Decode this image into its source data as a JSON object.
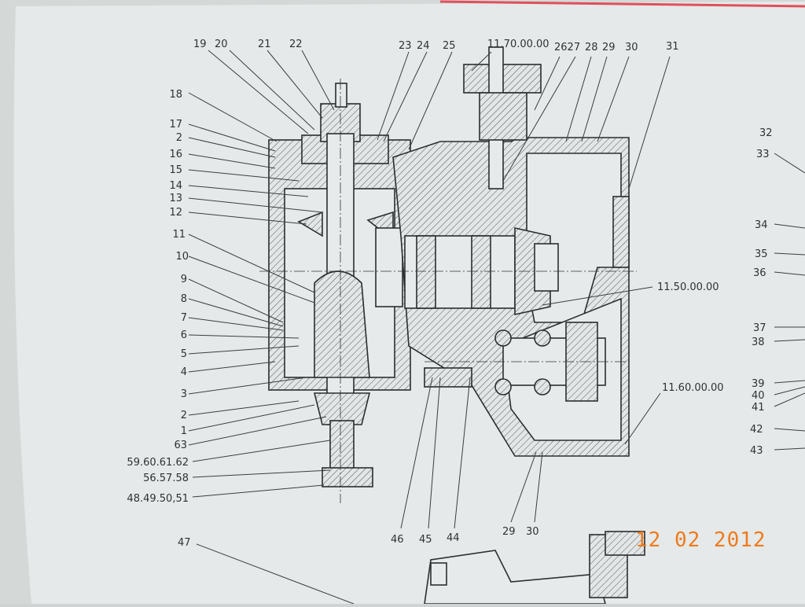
{
  "top_labels": [
    "19",
    "20",
    "21",
    "22",
    "23",
    "24",
    "25",
    "11.70.00.00",
    "2627",
    "28",
    "29",
    "30",
    "31"
  ],
  "left_labels": [
    "18",
    "17",
    "2",
    "16",
    "15",
    "14",
    "13",
    "12",
    "11",
    "10",
    "9",
    "8",
    "7",
    "6",
    "5",
    "4",
    "3",
    "2",
    "1",
    "63",
    "59.60.61.62",
    "56.57.58",
    "48.49.50,51"
  ],
  "right_labels": [
    "32",
    "33",
    "34",
    "35",
    "36",
    "37",
    "38",
    "39",
    "40",
    "41",
    "42",
    "43"
  ],
  "assembly_labels": [
    "11.50.00.00",
    "11.60.00.00"
  ],
  "bottom_labels": [
    "46",
    "45",
    "44",
    "29",
    "30",
    "47"
  ],
  "date_stamp": "12 02 2012",
  "colors": {
    "paper": "#e4e8e8",
    "ink": "#2e3232",
    "stamp": "#f07a1c",
    "edge": "#e0505a"
  }
}
